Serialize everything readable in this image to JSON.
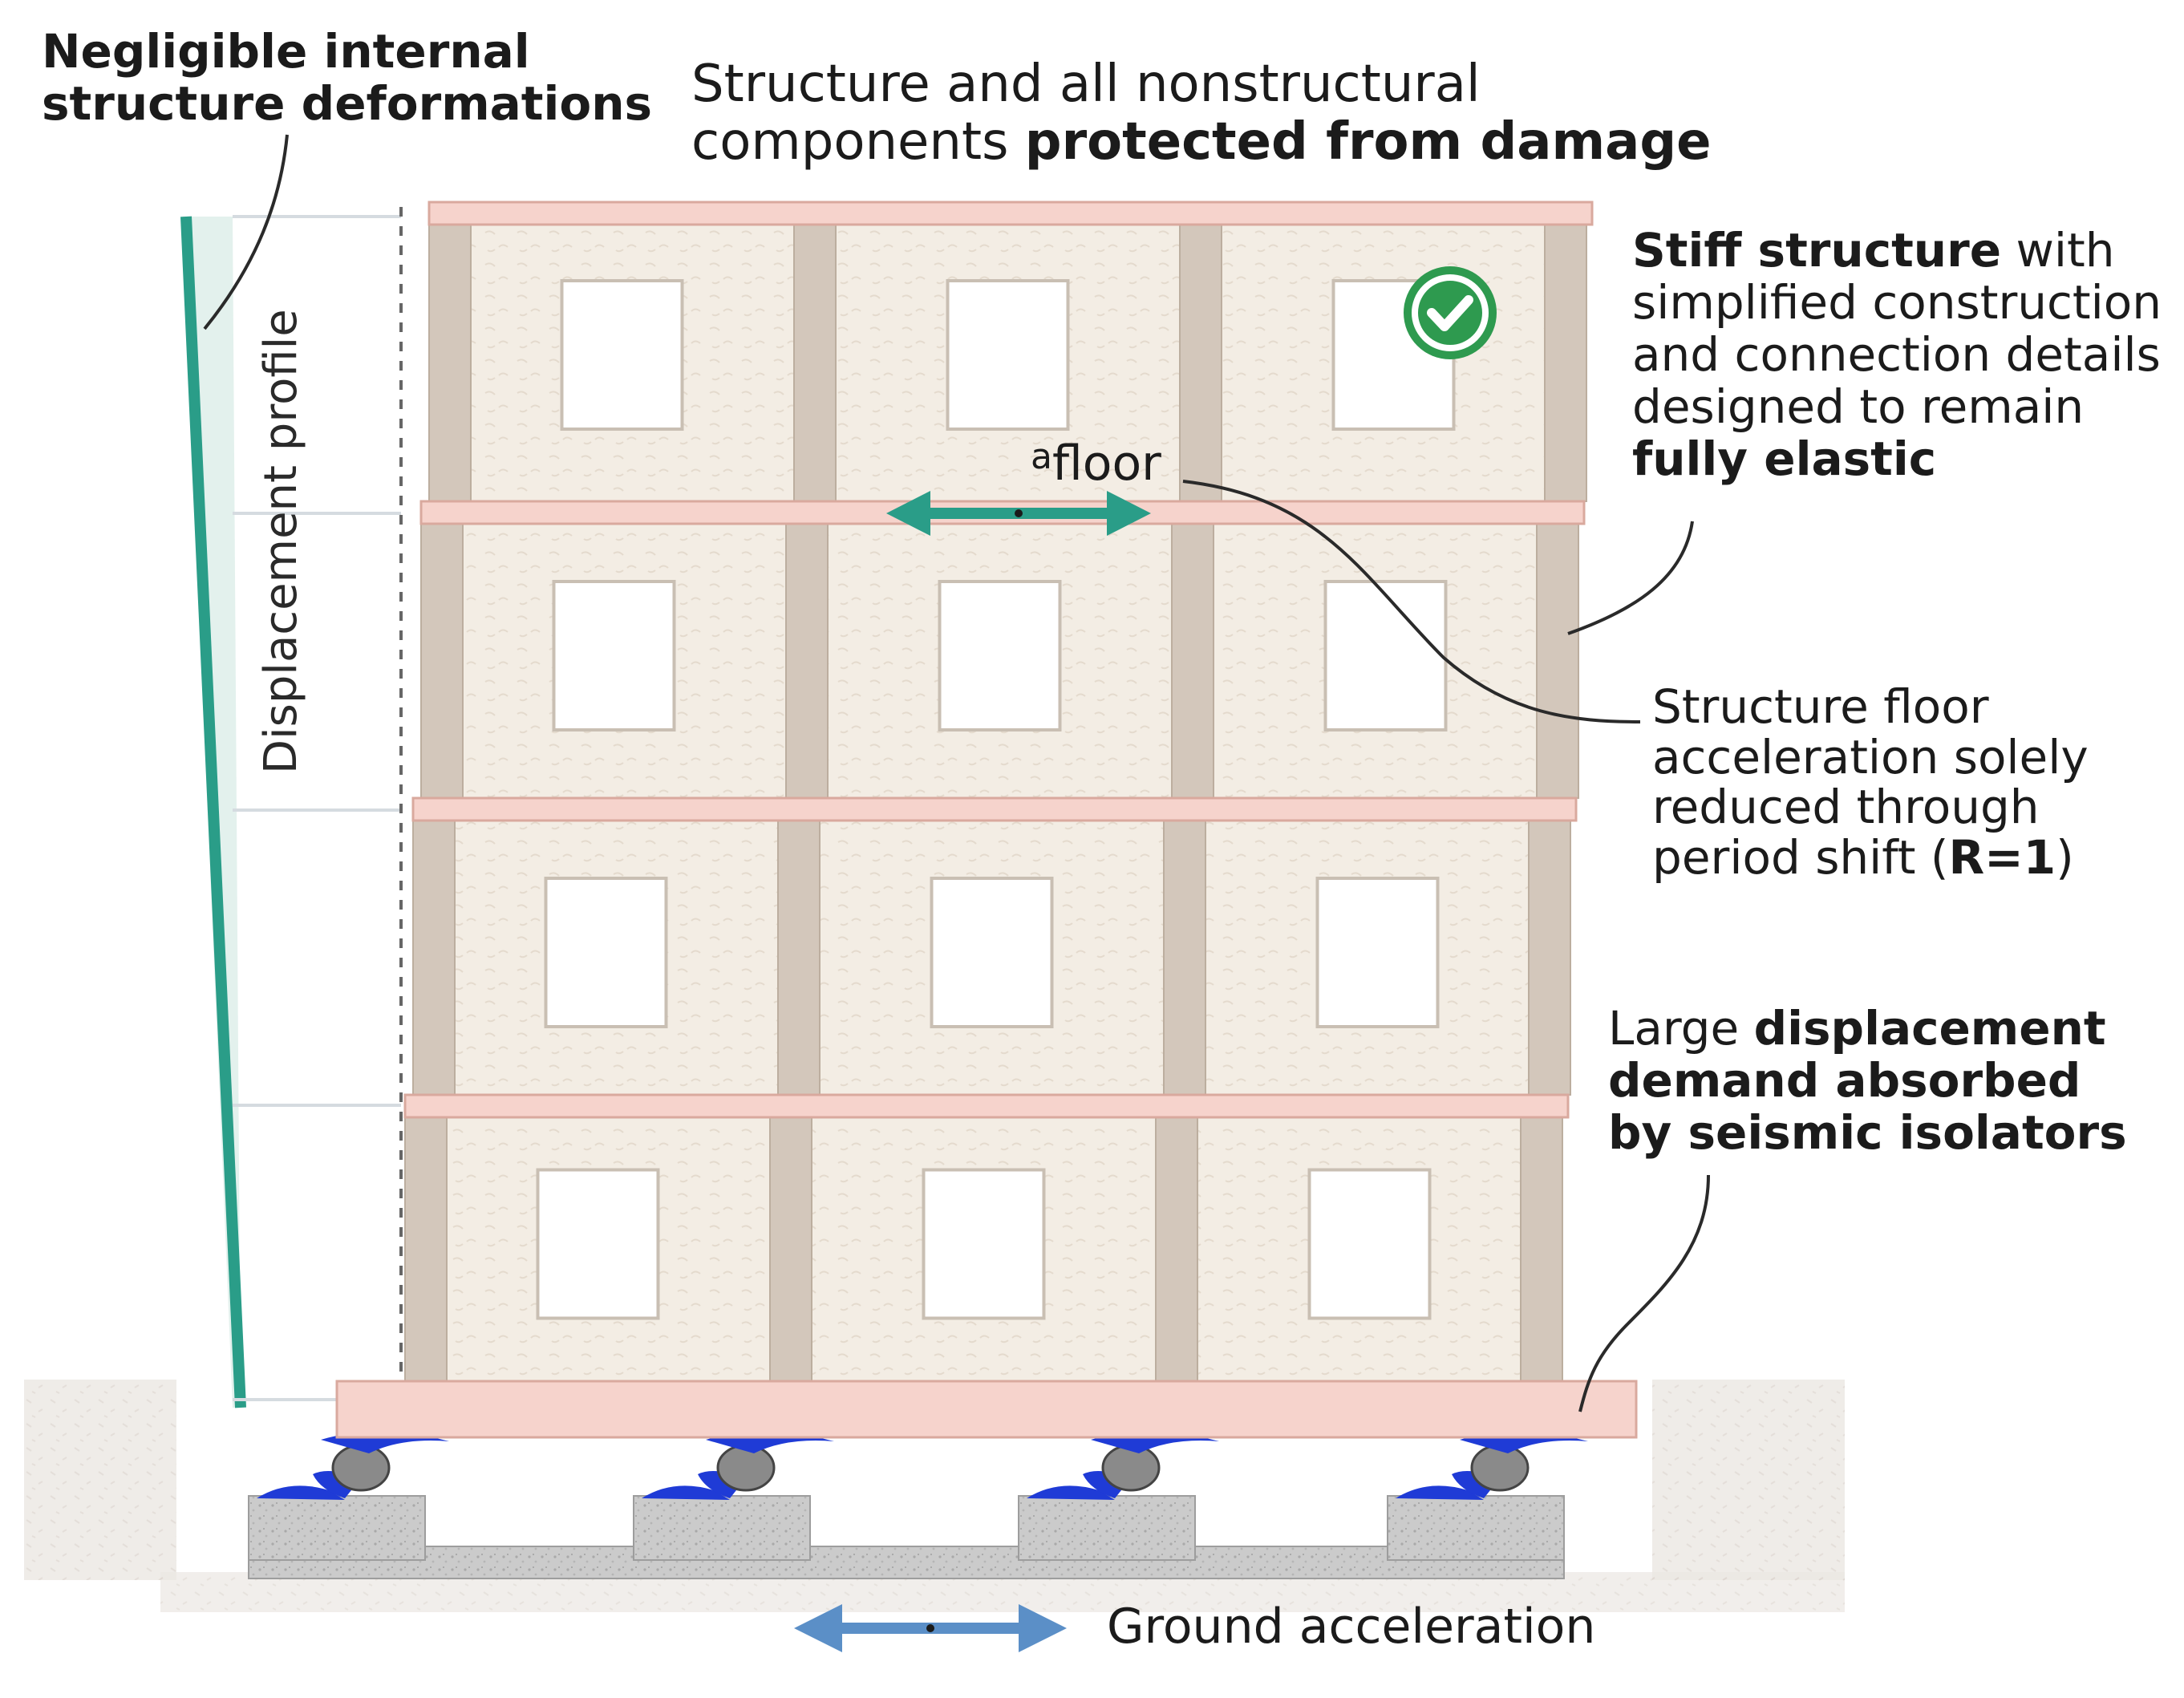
{
  "labels": {
    "top_left_line1": "Negligible internal",
    "top_left_line2": "structure deformations",
    "top_center_line1": "Structure and all nonstructural",
    "top_center_line2_plain": "components ",
    "top_center_line2_bold": "protected from damage",
    "right_stiff_bold": "Stiff structure",
    "right_stiff_rest1": " with",
    "right_stiff_line2": "simplified construction",
    "right_stiff_line3": "and connection details",
    "right_stiff_line4": "designed to remain",
    "right_stiff_line5": "fully elastic",
    "right_floor_line1": "Structure floor",
    "right_floor_line2": "acceleration solely",
    "right_floor_line3": "reduced through",
    "right_floor_line4_plain": "period shift (",
    "right_floor_line4_bold": "R=1",
    "right_floor_line4_close": ")",
    "right_iso_plain": "Large ",
    "right_iso_bold1": "displacement",
    "right_iso_line2": "demand absorbed",
    "right_iso_line3": "by seismic isolators",
    "displacement_profile": "Displacement profile",
    "afloor_sup": "a",
    "afloor_main": "floor",
    "ground_acceleration": "Ground acceleration"
  },
  "colors": {
    "slab": "#f6d3cc",
    "slab_edge": "#d9a99e",
    "wall": "#f3ede4",
    "column": "#d3c7bb",
    "teal": "#2a9d88",
    "blue_arrow": "#5b8fc7",
    "isolator_blue": "#1f3bd6",
    "concrete": "#c9c9c9",
    "check_green": "#2e9a4f"
  },
  "icons": [
    "check-icon",
    "floor-acceleration-arrow-icon",
    "ground-acceleration-arrow-icon"
  ]
}
